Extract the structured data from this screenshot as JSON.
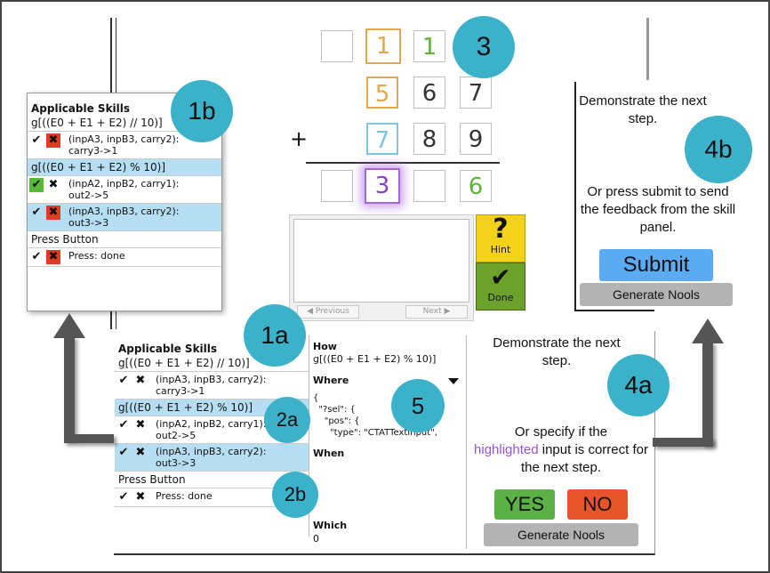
{
  "badges": {
    "b1a": "1a",
    "b1b": "1b",
    "b2a": "2a",
    "b2b": "2b",
    "b3": "3",
    "b4a": "4a",
    "b4b": "4b",
    "b5": "5"
  },
  "problem": {
    "carry": [
      "",
      "1",
      "1"
    ],
    "top": [
      "5",
      "6",
      "7"
    ],
    "bottom": [
      "7",
      "8",
      "9"
    ],
    "answer": [
      "",
      "3",
      "",
      "6"
    ],
    "plus": "+"
  },
  "controls": {
    "hint_icon": "?",
    "hint_label": "Hint",
    "done_icon": "✔",
    "done_label": "Done",
    "previous": "◀ Previous",
    "next": "Next ▶"
  },
  "panel_1b": {
    "title": "Applicable Skills",
    "skill1": "g[((E0 + E1 + E2) // 10)]",
    "row1_check": "✔",
    "row1_x": "✖",
    "row1_text": "(inpA3, inpB3, carry2):\ncarry3->1",
    "skill2": "g[((E0 + E1 + E2) % 10)]",
    "row2_check": "✔",
    "row2_x": "✖",
    "row2_text": "(inpA2, inpB2, carry1):\nout2->5",
    "row3_check": "✔",
    "row3_x": "✖",
    "row3_text": "(inpA3, inpB3, carry2):\nout3->3",
    "press_title": "Press Button",
    "row4_check": "✔",
    "row4_x": "✖",
    "row4_text": "Press: done"
  },
  "panel_1a": {
    "title": "Applicable Skills",
    "skill1": "g[((E0 + E1 + E2) // 10)]",
    "row1_check": "✔",
    "row1_x": "✖",
    "row1_text": "(inpA3, inpB3, carry2):\ncarry3->1",
    "skill2": "g[((E0 + E1 + E2) % 10)]",
    "row2_check": "✔",
    "row2_x": "✖",
    "row2_text": "(inpA2, inpB2, carry1):\nout2->5",
    "row3_check": "✔",
    "row3_x": "✖",
    "row3_text": "(inpA3, inpB3, carry2):\nout3->3",
    "press_title": "Press Button",
    "row4_check": "✔",
    "row4_x": "✖",
    "row4_text": "Press: done"
  },
  "details": {
    "how_label": "How",
    "how_value": "g[((E0 + E1 + E2) % 10)]",
    "where_label": "Where",
    "where_json": "{\n  \"?sel\": {\n    \"pos\": {\n      \"type\": \"CTATTextInput\",",
    "when_label": "When",
    "which_label": "Which",
    "which_value": "0"
  },
  "prompt_4b": {
    "line1": "Demonstrate the next step.",
    "line2": "Or press submit to send the feedback from the skill panel.",
    "submit": "Submit",
    "generate": "Generate Nools"
  },
  "prompt_4a": {
    "line1": "Demonstrate the next step.",
    "line2_pre": "Or specify if the",
    "line2_hl": "highlighted",
    "line2_post": "input is correct for the next step.",
    "yes": "YES",
    "no": "NO",
    "generate": "Generate Nools"
  },
  "colors": {
    "badge": "#3cb2ca",
    "highlight_row": "#b6def2",
    "submit": "#5aabf2",
    "yes": "#5bb046",
    "no": "#e8542a",
    "generate": "#b3b3b3",
    "highlighted_text": "#9a4fd6"
  }
}
